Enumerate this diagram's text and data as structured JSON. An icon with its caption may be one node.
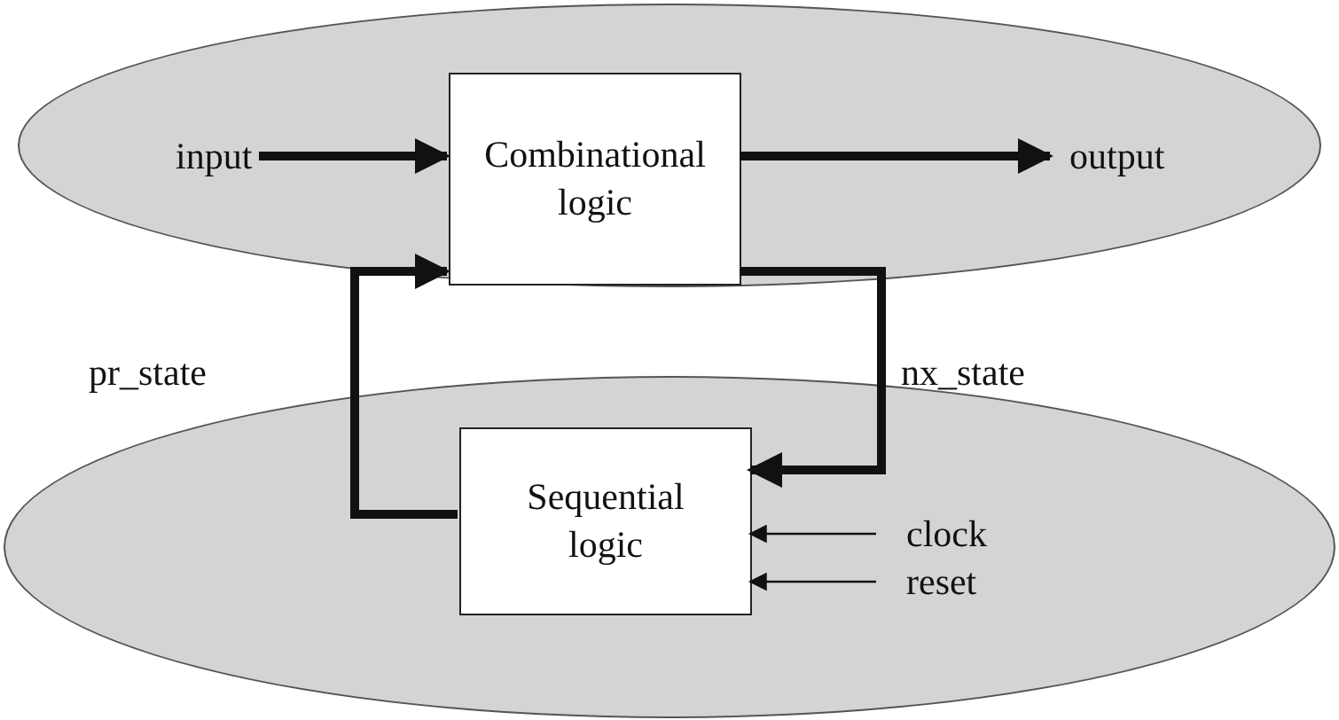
{
  "diagram": {
    "nodes": [
      {
        "text": [],
        "shape": "ellipse"
      },
      {
        "text": [
          "Combinational logic"
        ],
        "in": 0
      },
      {
        "text": [
          "input"
        ],
        "in": 0
      },
      {
        "text": [
          "output"
        ],
        "in": 0
      },
      {
        "text": [],
        "shape": "ellipse"
      },
      {
        "text": [
          "Sequential logic"
        ],
        "in": 4
      },
      {
        "text": [
          "clock"
        ],
        "in": 4
      },
      {
        "text": [
          "reset"
        ],
        "in": 4
      }
    ],
    "edges": [
      {
        "from": 2,
        "to": 1,
        "arrow": "to"
      },
      {
        "from": 1,
        "to": 3,
        "arrow": "to"
      },
      {
        "from": 5,
        "to": 1,
        "arrow": "to",
        "label": "pr_state"
      },
      {
        "from": 1,
        "to": 5,
        "arrow": "to",
        "label": "nx_state"
      },
      {
        "from": 6,
        "to": 5,
        "arrow": "to"
      },
      {
        "from": 7,
        "to": 5,
        "arrow": "to"
      }
    ]
  }
}
